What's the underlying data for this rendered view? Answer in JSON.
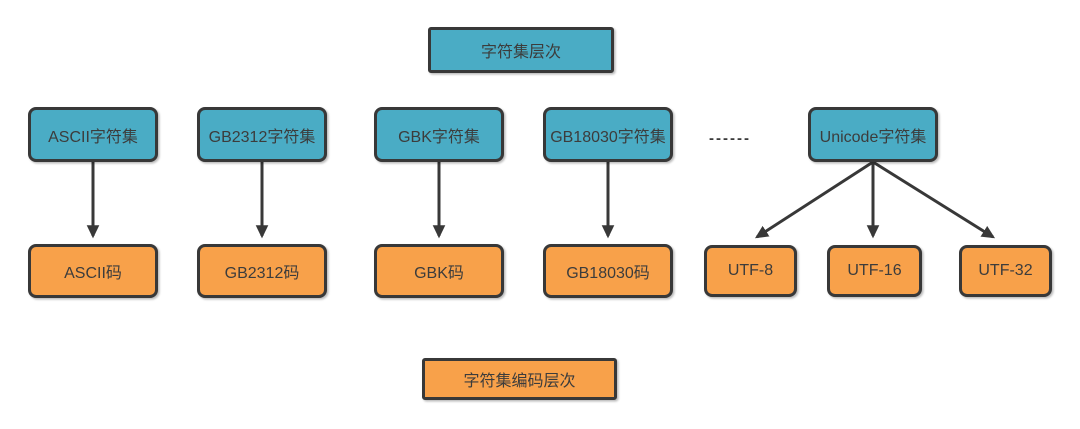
{
  "diagram": {
    "top_title": "字符集层次",
    "bottom_title": "字符集编码层次",
    "ellipsis": "------",
    "charsets": [
      {
        "label": "ASCII字符集"
      },
      {
        "label": "GB2312字符集"
      },
      {
        "label": "GBK字符集"
      },
      {
        "label": "GB18030字符集"
      },
      {
        "label": "Unicode字符集"
      }
    ],
    "encodings": [
      {
        "label": "ASCII码"
      },
      {
        "label": "GB2312码"
      },
      {
        "label": "GBK码"
      },
      {
        "label": "GB18030码"
      },
      {
        "label": "UTF-8"
      },
      {
        "label": "UTF-16"
      },
      {
        "label": "UTF-32"
      }
    ],
    "colors": {
      "charset_fill": "#4aacc5",
      "encoding_fill": "#f8a14a",
      "line": "#383838"
    }
  }
}
